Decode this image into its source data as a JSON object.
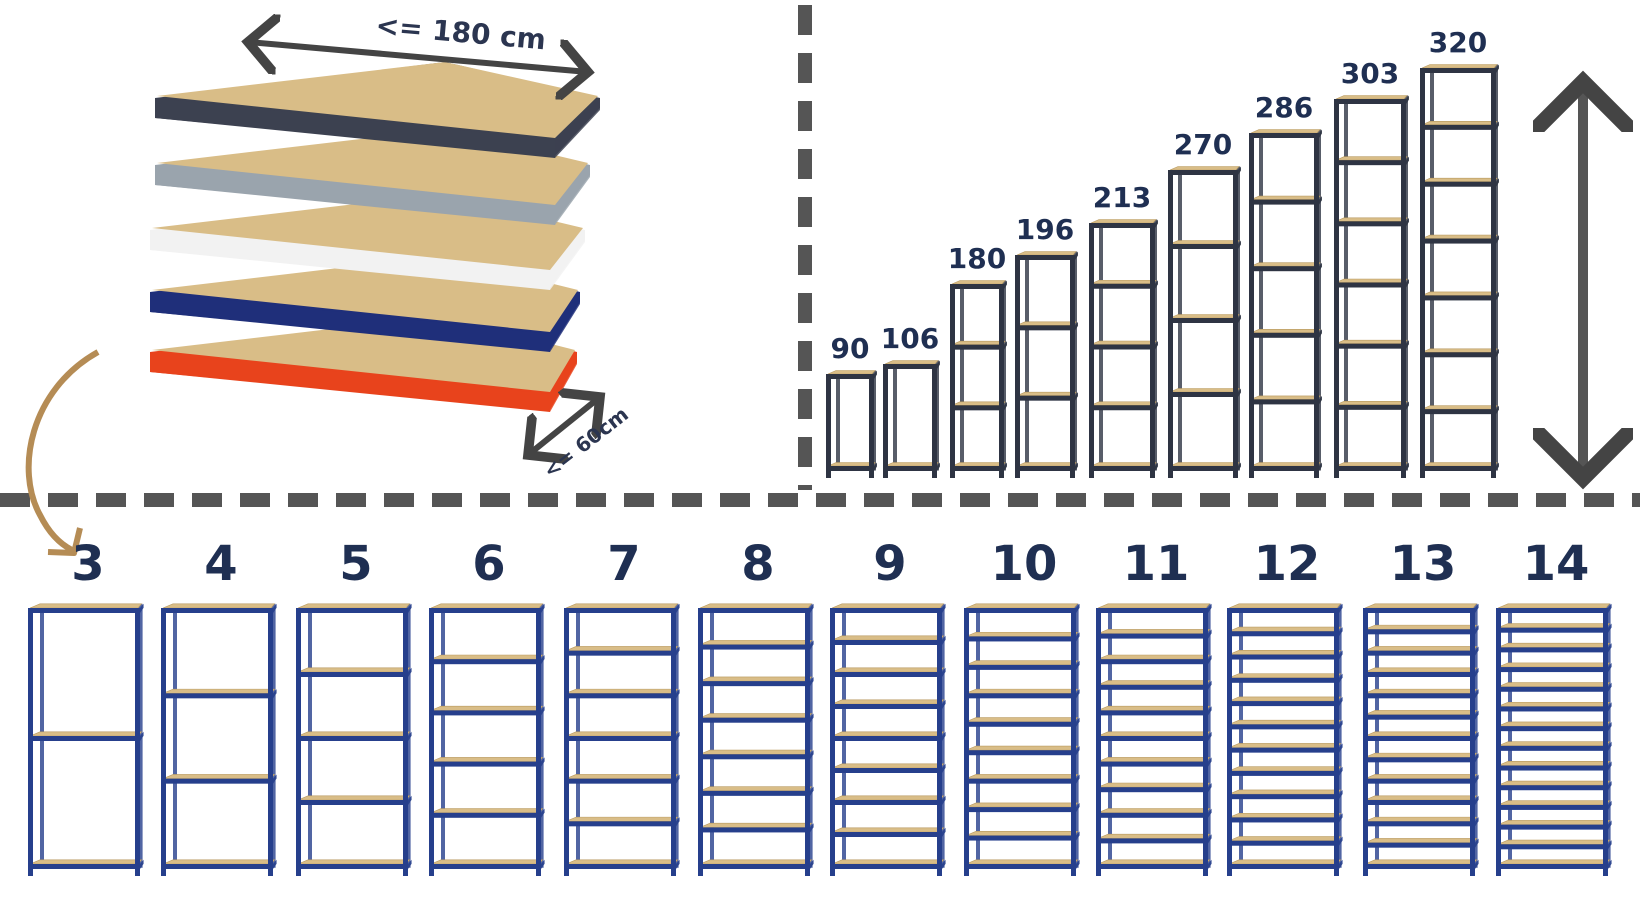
{
  "dimensions": {
    "length_label": "<= 180 cm",
    "depth_label": "<= 60cm"
  },
  "board_colors": [
    {
      "name": "graphite",
      "hex": "#3c4150"
    },
    {
      "name": "galvanized",
      "hex": "#9aa4ad"
    },
    {
      "name": "white",
      "hex": "#f2f2f2"
    },
    {
      "name": "blue",
      "hex": "#1f2f7a"
    },
    {
      "name": "orange",
      "hex": "#e8431c"
    }
  ],
  "heights": [
    {
      "label": "90",
      "shelves": 2
    },
    {
      "label": "106",
      "shelves": 2
    },
    {
      "label": "180",
      "shelves": 4
    },
    {
      "label": "196",
      "shelves": 4
    },
    {
      "label": "213",
      "shelves": 5
    },
    {
      "label": "270",
      "shelves": 5
    },
    {
      "label": "286",
      "shelves": 6
    },
    {
      "label": "303",
      "shelves": 7
    },
    {
      "label": "320",
      "shelves": 8
    }
  ],
  "shelf_counts": [
    "3",
    "4",
    "5",
    "6",
    "7",
    "8",
    "9",
    "10",
    "11",
    "12",
    "13",
    "14"
  ],
  "colors": {
    "frame_dark": "#2e3443",
    "frame_blue": "#263f8c",
    "board": "#d9bd87",
    "board_edge": "#b99a60",
    "divider": "#555555",
    "label": "#1f2f52",
    "arrow_tan": "#b58c55"
  }
}
